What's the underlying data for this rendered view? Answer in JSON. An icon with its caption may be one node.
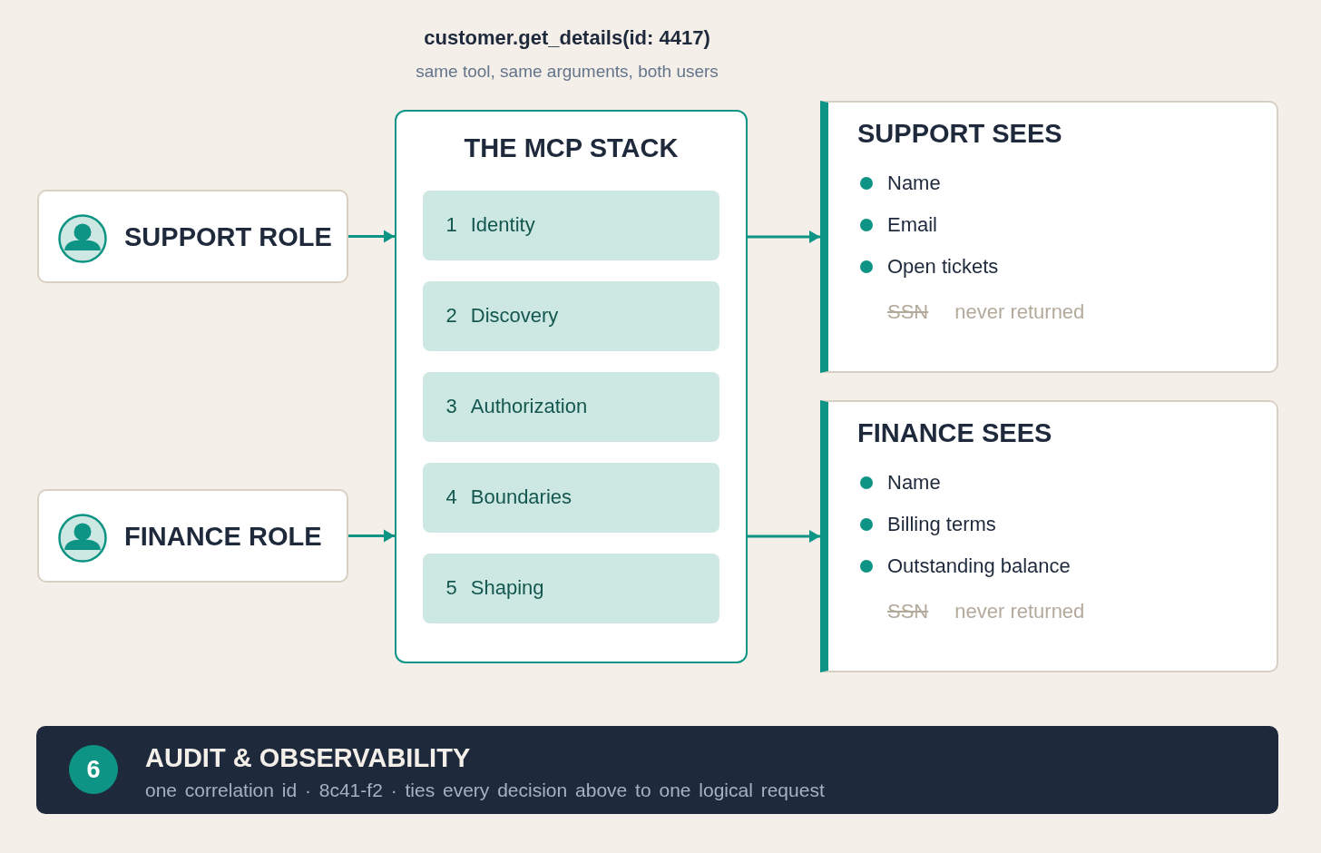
{
  "diagram": {
    "title": "customer.get_details(id: 4417)",
    "nodes": [
      {
        "text": [
          "SUPPORT ROLE"
        ]
      },
      {
        "text": [
          "FINANCE ROLE"
        ]
      },
      {
        "text": [
          "THE MCP STACK"
        ]
      },
      {
        "text": [
          "1",
          "Identity"
        ],
        "in": 2
      },
      {
        "text": [
          "2",
          "Discovery"
        ],
        "in": 2
      },
      {
        "text": [
          "3",
          "Authorization"
        ],
        "in": 2
      },
      {
        "text": [
          "4",
          "Boundaries"
        ],
        "in": 2
      },
      {
        "text": [
          "5",
          "Shaping"
        ],
        "in": 2
      },
      {
        "text": [
          "SUPPORT SEES",
          "Name",
          "Email",
          "Open tickets",
          "SSN",
          "never returned"
        ]
      },
      {
        "text": [
          "FINANCE SEES",
          "Name",
          "Billing terms",
          "Outstanding balance",
          "SSN",
          "never returned"
        ]
      },
      {
        "text": [
          "AUDIT & OBSERVABILITY",
          "one correlation id · 8c41-f2 · ties every decision above to one logical request"
        ]
      },
      {
        "text": [
          "6"
        ],
        "in": 10
      }
    ],
    "edges": [
      {
        "from": 0,
        "to": 2,
        "arrow": "to"
      },
      {
        "from": 1,
        "to": 2,
        "arrow": "to"
      },
      {
        "from": 2,
        "to": 8,
        "arrow": "to"
      },
      {
        "from": 2,
        "to": 9,
        "arrow": "to"
      }
    ],
    "labels": [
      "same tool, same arguments, both users"
    ]
  }
}
